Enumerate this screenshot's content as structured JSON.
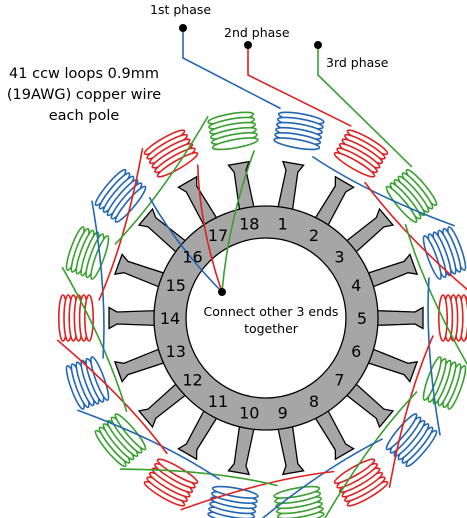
{
  "description": {
    "line1": "41 ccw loops 0.9mm",
    "line2": "(19AWG) copper wire",
    "line3": "each pole"
  },
  "phases": [
    {
      "label": "1st phase",
      "color": "#2366b4"
    },
    {
      "label": "2nd phase",
      "color": "#e02020"
    },
    {
      "label": "3rd phase",
      "color": "#39a030"
    }
  ],
  "center_note": {
    "line1": "Connect other 3 ends",
    "line2": "together"
  },
  "slot_numbers": [
    "1",
    "2",
    "3",
    "4",
    "5",
    "6",
    "7",
    "8",
    "9",
    "10",
    "11",
    "12",
    "13",
    "14",
    "15",
    "16",
    "17",
    "18"
  ],
  "coil_phase_sequence": [
    0,
    1,
    2,
    0,
    1,
    2,
    0,
    1,
    2,
    0,
    1,
    2,
    0,
    1,
    2,
    0,
    1,
    2
  ]
}
